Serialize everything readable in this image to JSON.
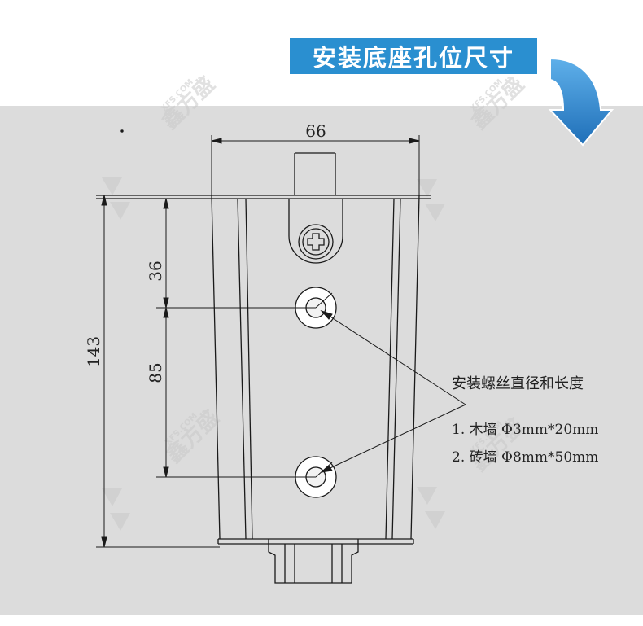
{
  "banner": {
    "title": "安装底座孔位尺寸"
  },
  "dimensions": {
    "width": "66",
    "height_total": "143",
    "top_offset": "36",
    "hole_spacing": "85"
  },
  "annotation": {
    "heading": "安装螺丝直径和长度",
    "line1": "1. 木墙  Φ3mm*20mm",
    "line2": "2. 砖墙  Φ8mm*50mm"
  },
  "watermark": {
    "text": "XFS.COM",
    "logo": "鑫方盛"
  },
  "colors": {
    "banner_bg": "#2a8fd0",
    "panel_bg": "#dcdcdc",
    "arrow": "#2d7fc4"
  }
}
